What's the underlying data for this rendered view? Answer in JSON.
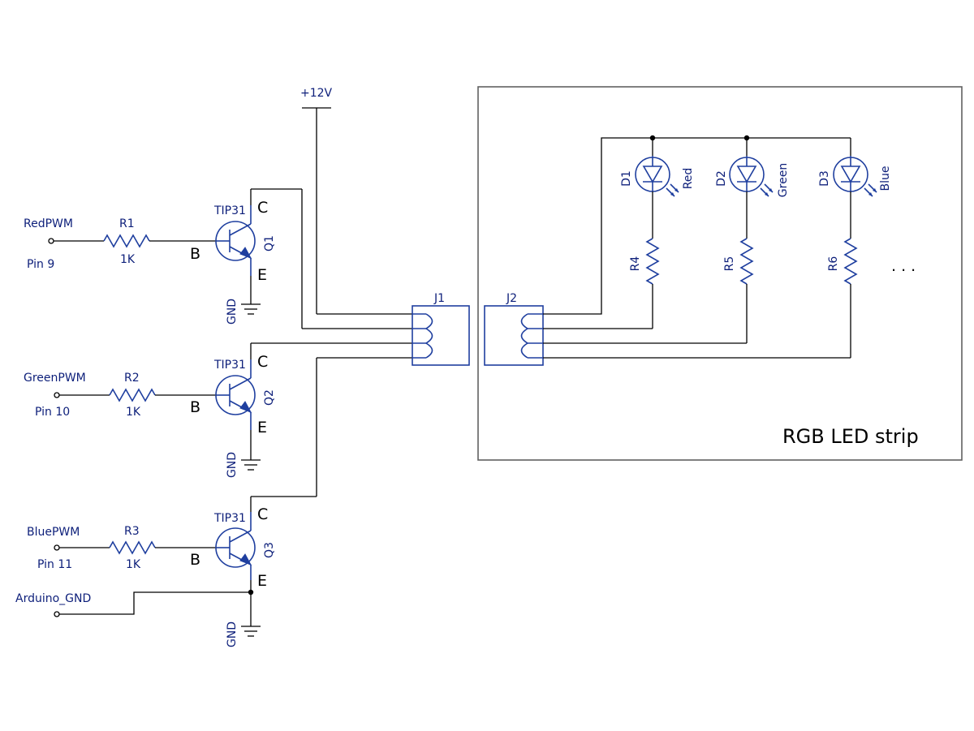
{
  "power": {
    "label": "+12V"
  },
  "inputs": [
    {
      "name": "RedPWM",
      "pin": "Pin 9"
    },
    {
      "name": "GreenPWM",
      "pin": "Pin 10"
    },
    {
      "name": "BluePWM",
      "pin": "Pin 11"
    },
    {
      "name": "Arduino_GND"
    }
  ],
  "base_resistors": [
    {
      "ref": "R1",
      "value": "1K"
    },
    {
      "ref": "R2",
      "value": "1K"
    },
    {
      "ref": "R3",
      "value": "1K"
    }
  ],
  "transistors": [
    {
      "ref": "Q1",
      "part": "TIP31",
      "collector": "C",
      "base": "B",
      "emitter": "E"
    },
    {
      "ref": "Q2",
      "part": "TIP31",
      "collector": "C",
      "base": "B",
      "emitter": "E"
    },
    {
      "ref": "Q3",
      "part": "TIP31",
      "collector": "C",
      "base": "B",
      "emitter": "E"
    }
  ],
  "ground_label": "GND",
  "connectors": [
    {
      "ref": "J1"
    },
    {
      "ref": "J2"
    }
  ],
  "strip": {
    "title": "RGB LED strip",
    "leds": [
      {
        "ref": "D1",
        "color_name": "Red"
      },
      {
        "ref": "D2",
        "color_name": "Green"
      },
      {
        "ref": "D3",
        "color_name": "Blue"
      }
    ],
    "resistors": [
      {
        "ref": "R4"
      },
      {
        "ref": "R5"
      },
      {
        "ref": "R6"
      }
    ],
    "continuation": ". . ."
  },
  "colors": {
    "wire": "#000000",
    "component": "#1f3f9f",
    "text": "#0d1f7a",
    "frame": "#606060"
  }
}
